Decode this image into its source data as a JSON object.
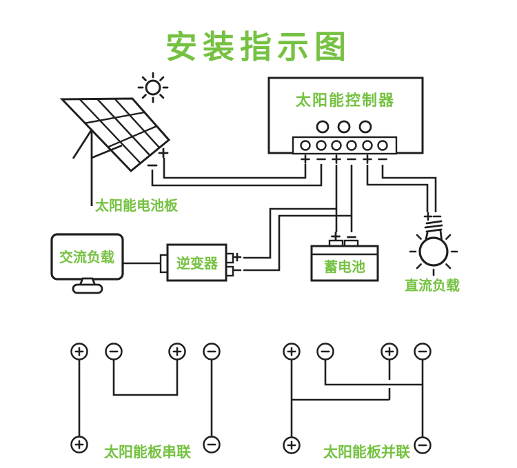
{
  "title": "安装指示图",
  "colors": {
    "accent_green": "#75c141",
    "line": "#1f1f1f"
  },
  "components": {
    "solar_panel": {
      "label": "太阳能电池板",
      "terminals": [
        "+",
        "-"
      ]
    },
    "controller": {
      "label": "太阳能控制器",
      "led_count": 3,
      "terminals": [
        "+",
        "-",
        "+",
        "-",
        "+",
        "-"
      ]
    },
    "ac_load": {
      "label": "交流负载"
    },
    "inverter": {
      "label": "逆变器",
      "terminals": [
        "+",
        "-"
      ]
    },
    "battery": {
      "label": "蓄电池",
      "terminals": [
        "+",
        "-"
      ]
    },
    "dc_load": {
      "label": "直流负载",
      "terminals": [
        "+",
        "-"
      ]
    }
  },
  "wiring_examples": {
    "series": {
      "label": "太阳能板串联",
      "top_terminals": [
        "+",
        "-",
        "+",
        "-"
      ],
      "bottom_terminals": [
        "+",
        "-"
      ]
    },
    "parallel": {
      "label": "太阳能板并联",
      "top_terminals": [
        "+",
        "-",
        "+",
        "-"
      ],
      "bottom_terminals": [
        "+",
        "-"
      ]
    }
  }
}
